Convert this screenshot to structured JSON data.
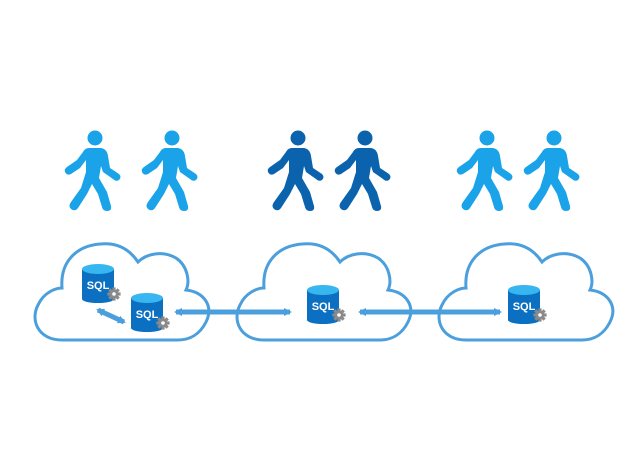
{
  "colors": {
    "walker_light": "#1aa3e8",
    "walker_dark": "#0b62ad",
    "cloud_stroke": "#4a9fdc",
    "arrow": "#4a9fdc",
    "db_body": "#0b6fc2",
    "db_top": "#37b6f0",
    "gear": "#8a8a8a"
  },
  "icons": {
    "walker": "walking-person-icon",
    "cloud": "cloud-icon",
    "database": "sql-database-icon",
    "gear": "gear-icon"
  },
  "groups": [
    {
      "walker_color": "walker_light",
      "databases": [
        {
          "label": "SQL"
        },
        {
          "label": "SQL"
        }
      ]
    },
    {
      "walker_color": "walker_dark",
      "databases": [
        {
          "label": "SQL"
        }
      ]
    },
    {
      "walker_color": "walker_light",
      "databases": [
        {
          "label": "SQL"
        }
      ]
    }
  ]
}
